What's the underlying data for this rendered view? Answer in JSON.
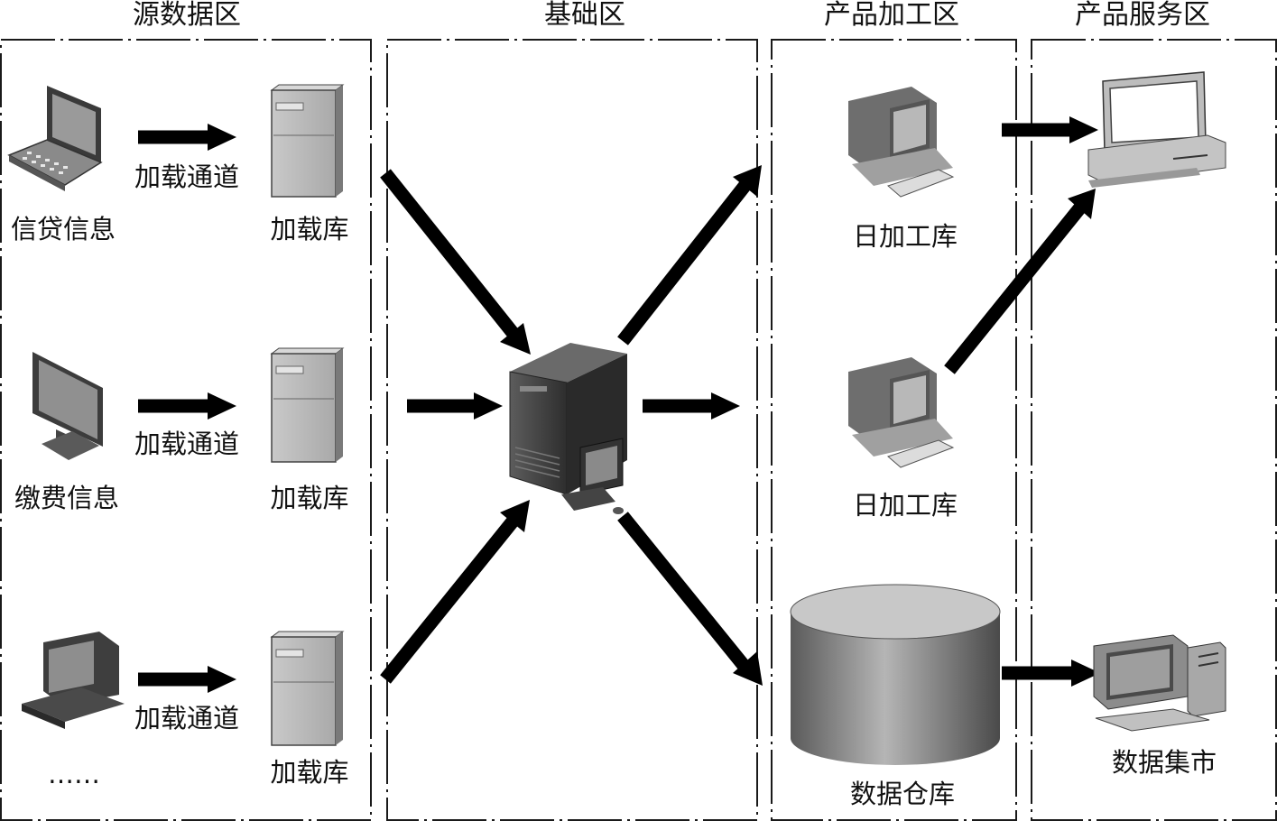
{
  "zones": {
    "source": "源数据区",
    "base": "基础区",
    "processing": "产品加工区",
    "service": "产品服务区"
  },
  "source": {
    "rows": [
      {
        "source_label": "信贷信息",
        "channel_label": "加载通道",
        "db_label": "加载库",
        "device_icon": "laptop-icon"
      },
      {
        "source_label": "缴费信息",
        "channel_label": "加载通道",
        "db_label": "加载库",
        "device_icon": "monitor-icon"
      },
      {
        "source_label": "……",
        "channel_label": "加载通道",
        "db_label": "加载库",
        "device_icon": "desktop-computer-icon"
      }
    ]
  },
  "processing": {
    "daily_db_1": "日加工库",
    "daily_db_2": "日加工库",
    "warehouse": "数据仓库"
  },
  "service": {
    "data_mart": "数据集市"
  },
  "icons": {
    "base_server": "tower-server-icon",
    "load_db": "server-cabinet-icon",
    "daily_db": "workstation-icon",
    "warehouse": "database-cylinder-icon",
    "service_terminal": "desktop-terminal-icon",
    "data_mart": "pc-tower-icon"
  }
}
